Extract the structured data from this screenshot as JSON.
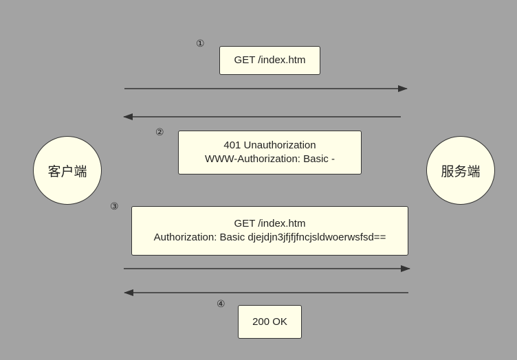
{
  "diagram": {
    "nodes": {
      "client": "客户端",
      "server": "服务端"
    },
    "steps": [
      {
        "marker": "①",
        "lines": [
          "GET /index.htm"
        ]
      },
      {
        "marker": "②",
        "lines": [
          "401 Unauthorization",
          "WWW-Authorization: Basic -"
        ]
      },
      {
        "marker": "③",
        "lines": [
          "GET /index.htm",
          "Authorization: Basic djejdjn3jfjfjfncjsldwoerwsfsd=="
        ]
      },
      {
        "marker": "④",
        "lines": [
          "200 OK"
        ]
      }
    ],
    "colors": {
      "background": "#a3a3a3",
      "box_fill": "#fffee8",
      "stroke": "#333333"
    }
  }
}
